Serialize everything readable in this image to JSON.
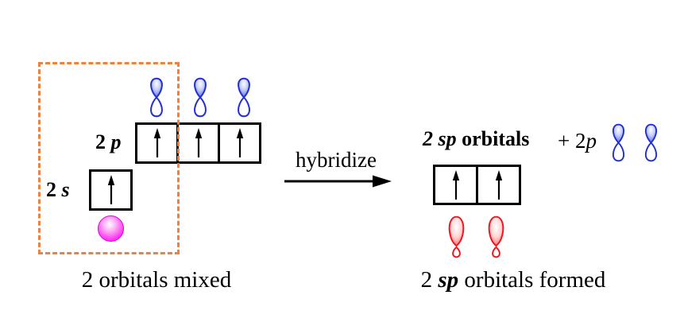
{
  "title": "sp hybridization orbital diagram",
  "colors": {
    "p_orbital_blue": "#2230d2",
    "sp_orbital_red": "#ee1520",
    "dashed_box_orange": "#f08040",
    "s_sphere_magenta": "#ff00ee",
    "box_outline": "#000000",
    "text": "#000000",
    "background": "#ffffff"
  },
  "left_panel": {
    "p_label": {
      "num": "2 ",
      "letter": "p"
    },
    "s_label": {
      "num": "2 ",
      "letter": "s"
    },
    "p_boxes_electrons": [
      "up",
      "up",
      "up"
    ],
    "s_box_electrons": [
      "up"
    ],
    "p_orbital_icons_count": 3,
    "s_sphere_count": 1,
    "caption": "2 orbitals mixed"
  },
  "arrow": {
    "label": "hybridize",
    "direction": "right"
  },
  "right_panel": {
    "heading": {
      "italic": "2 sp",
      "rest": " orbitals"
    },
    "plus_2p": {
      "plus": "+ 2",
      "letter": "p"
    },
    "remaining_p_orbital_icons_count": 2,
    "sp_boxes_electrons": [
      "up",
      "up"
    ],
    "sp_orbital_icons_count": 2,
    "caption": {
      "num": "2 ",
      "sp": "sp",
      "rest": " orbitals formed"
    }
  }
}
